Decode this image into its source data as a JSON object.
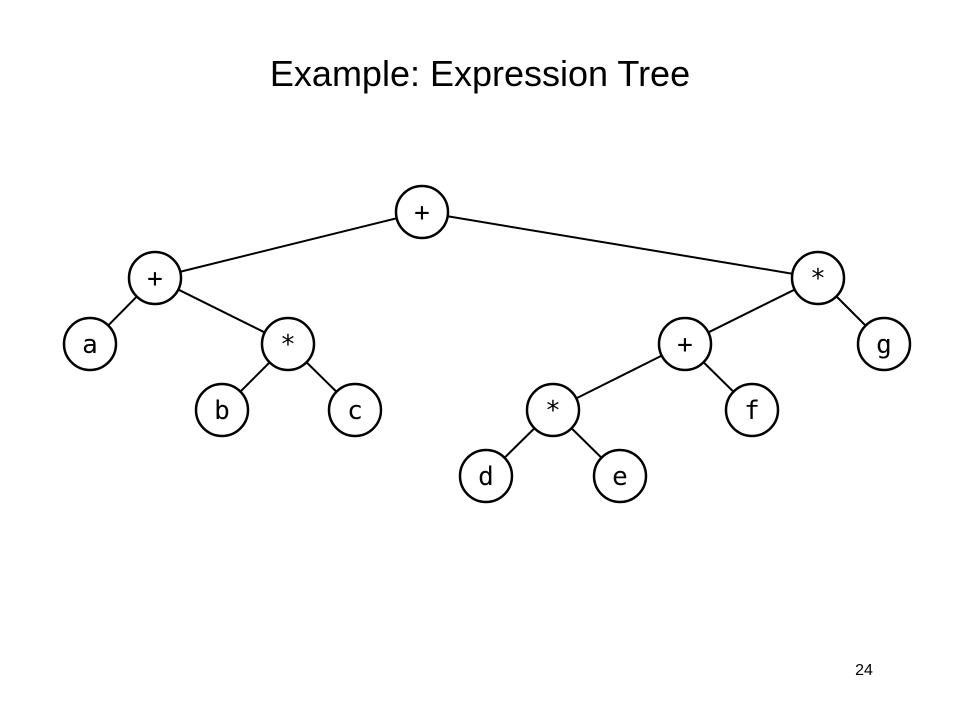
{
  "title": "Example: Expression Tree",
  "slide_number": "24",
  "tree": {
    "nodes": [
      {
        "id": "n1",
        "label": "+"
      },
      {
        "id": "n2",
        "label": "+"
      },
      {
        "id": "n3",
        "label": "*"
      },
      {
        "id": "n4",
        "label": "a"
      },
      {
        "id": "n5",
        "label": "*"
      },
      {
        "id": "n6",
        "label": "b"
      },
      {
        "id": "n7",
        "label": "c"
      },
      {
        "id": "n8",
        "label": "+"
      },
      {
        "id": "n9",
        "label": "g"
      },
      {
        "id": "n10",
        "label": "*"
      },
      {
        "id": "n11",
        "label": "f"
      },
      {
        "id": "n12",
        "label": "d"
      },
      {
        "id": "n13",
        "label": "e"
      }
    ],
    "edges": [
      [
        "n1",
        "n2"
      ],
      [
        "n1",
        "n3"
      ],
      [
        "n2",
        "n4"
      ],
      [
        "n2",
        "n5"
      ],
      [
        "n5",
        "n6"
      ],
      [
        "n5",
        "n7"
      ],
      [
        "n3",
        "n8"
      ],
      [
        "n3",
        "n9"
      ],
      [
        "n8",
        "n10"
      ],
      [
        "n8",
        "n11"
      ],
      [
        "n10",
        "n12"
      ],
      [
        "n10",
        "n13"
      ]
    ]
  }
}
